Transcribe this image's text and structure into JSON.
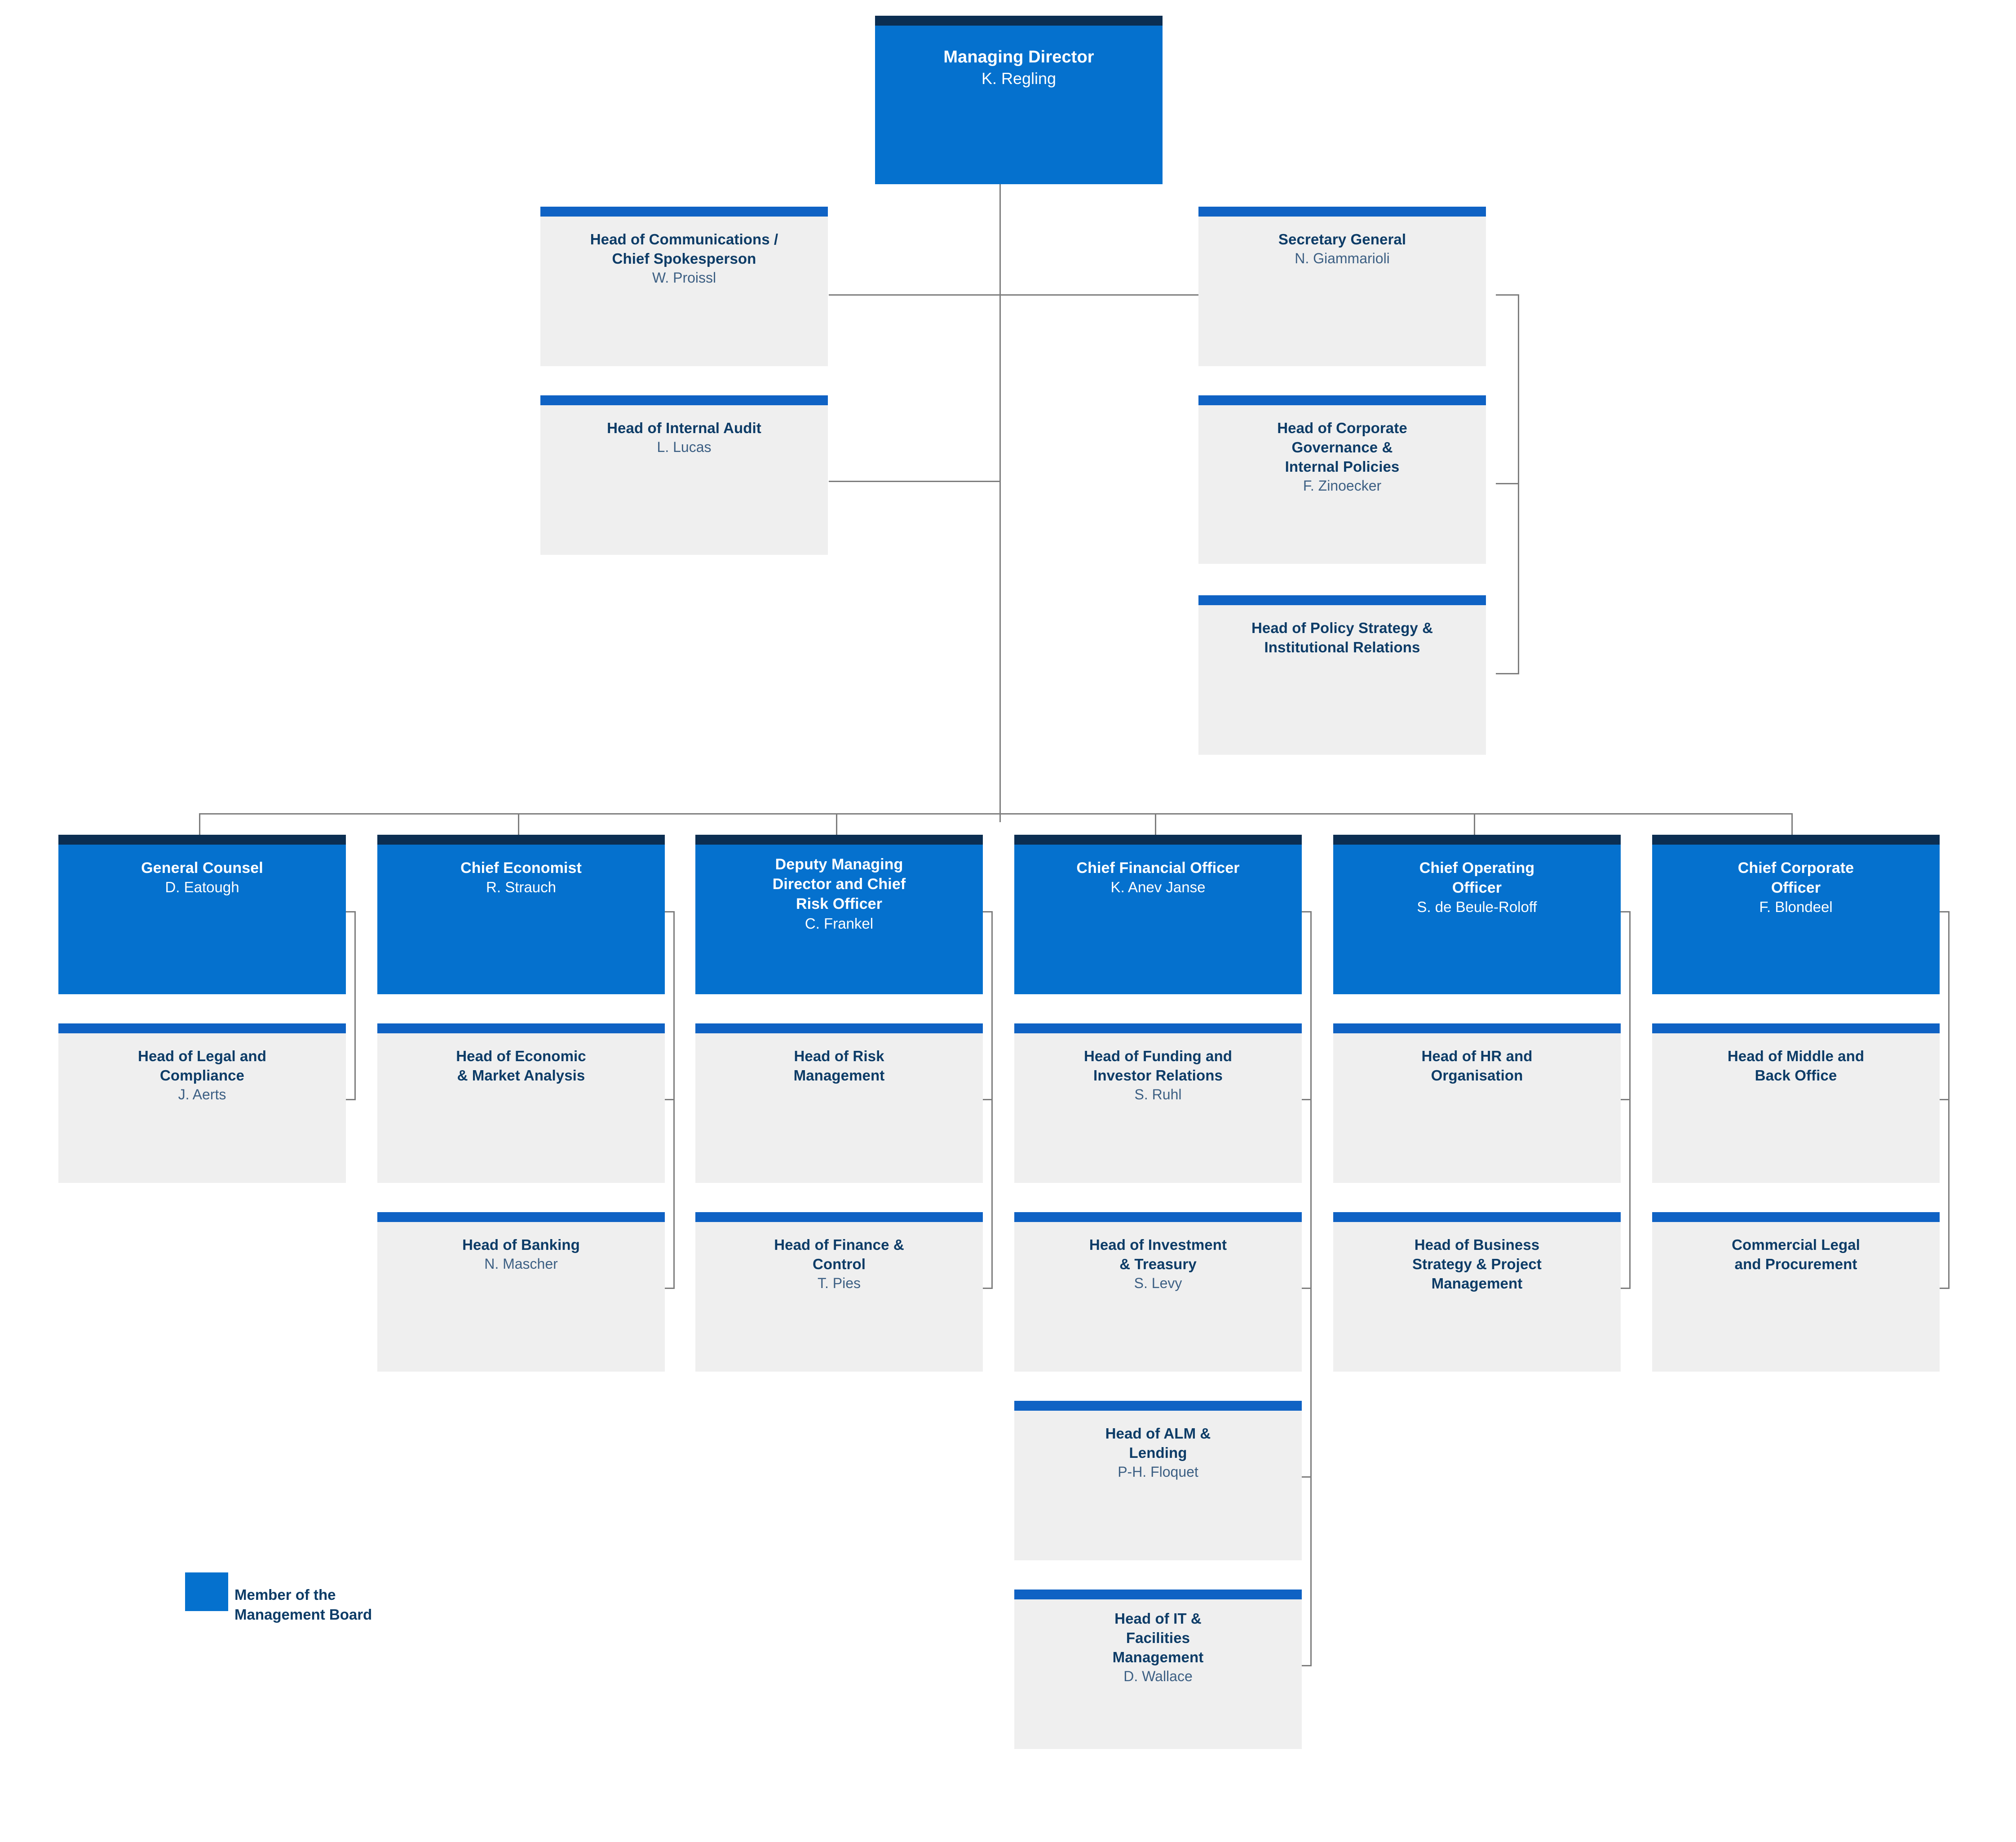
{
  "org_chart": {
    "root": {
      "title": "Managing Director",
      "person": "K. Regling"
    },
    "left_staff": [
      {
        "title": "Head of Communications /\nChief Spokesperson",
        "title_line1": "Head of Communications /",
        "title_line2": "Chief Spokesperson",
        "person": "W. Proissl"
      },
      {
        "title": "Head of Internal Audit",
        "title_line1": "Head of Internal Audit",
        "title_line2": "",
        "person": "L. Lucas"
      }
    ],
    "right_staff": {
      "head": {
        "title": "Secretary General",
        "person": "N. Giammarioli"
      },
      "children": [
        {
          "title_line1": "Head of Corporate",
          "title_line2": "Governance &",
          "title_line3": "Internal Policies",
          "person": "F. Zinoecker"
        },
        {
          "title_line1": "Head of Policy Strategy &",
          "title_line2": "Institutional Relations",
          "title_line3": "",
          "person": ""
        }
      ]
    },
    "columns": [
      {
        "head": {
          "title": "General Counsel",
          "person": "D. Eatough"
        },
        "children": [
          {
            "title_line1": "Head of Legal and",
            "title_line2": "Compliance",
            "title_line3": "",
            "person": "J. Aerts"
          }
        ]
      },
      {
        "head": {
          "title": "Chief Economist",
          "person": "R. Strauch"
        },
        "children": [
          {
            "title_line1": "Head of Economic",
            "title_line2": "& Market Analysis",
            "title_line3": "",
            "person": ""
          },
          {
            "title_line1": "Head of Banking",
            "title_line2": "",
            "title_line3": "",
            "person": "N. Mascher"
          }
        ]
      },
      {
        "head": {
          "title_line1": "Deputy Managing",
          "title_line2": "Director and Chief",
          "title_line3": "Risk Officer",
          "person": "C. Frankel"
        },
        "children": [
          {
            "title_line1": "Head of Risk",
            "title_line2": "Management",
            "title_line3": "",
            "person": ""
          },
          {
            "title_line1": "Head of Finance &",
            "title_line2": "Control",
            "title_line3": "",
            "person": "T. Pies"
          }
        ]
      },
      {
        "head": {
          "title": "Chief Financial Officer",
          "person": "K. Anev Janse"
        },
        "children": [
          {
            "title_line1": "Head of Funding and",
            "title_line2": "Investor Relations",
            "title_line3": "",
            "person": "S. Ruhl"
          },
          {
            "title_line1": "Head of Investment",
            "title_line2": "& Treasury",
            "title_line3": "",
            "person": "S. Levy"
          },
          {
            "title_line1": "Head of ALM &",
            "title_line2": "Lending",
            "title_line3": "",
            "person": "P-H. Floquet"
          },
          {
            "title_line1": "Head of IT &",
            "title_line2": "Facilities",
            "title_line3": "Management",
            "person": "D. Wallace"
          }
        ]
      },
      {
        "head": {
          "title_line1": "Chief Operating",
          "title_line2": "Officer",
          "title_line3": "",
          "person": "S. de Beule-Roloff"
        },
        "children": [
          {
            "title_line1": "Head of HR and",
            "title_line2": "Organisation",
            "title_line3": "",
            "person": ""
          },
          {
            "title_line1": "Head of Business",
            "title_line2": "Strategy & Project",
            "title_line3": "Management",
            "person": ""
          }
        ]
      },
      {
        "head": {
          "title_line1": "Chief Corporate",
          "title_line2": "Officer",
          "title_line3": "",
          "person": "F. Blondeel"
        },
        "children": [
          {
            "title_line1": "Head of Middle and",
            "title_line2": "Back Office",
            "title_line3": "",
            "person": ""
          },
          {
            "title_line1": "Commercial Legal",
            "title_line2": "and Procurement",
            "title_line3": "",
            "person": ""
          }
        ]
      }
    ],
    "legend": {
      "line1": "Member of the",
      "line2": "Management Board",
      "swatch_color": "#0571ce"
    },
    "colors": {
      "board_blue": "#0571ce",
      "cap_navy": "#0b2e52",
      "sub_cap_blue": "#0f62c4",
      "sub_bg_grey": "#efefef",
      "title_navy": "#0d3c67",
      "person_slate": "#3c5f83",
      "connector_grey": "#7d7d7d"
    }
  }
}
